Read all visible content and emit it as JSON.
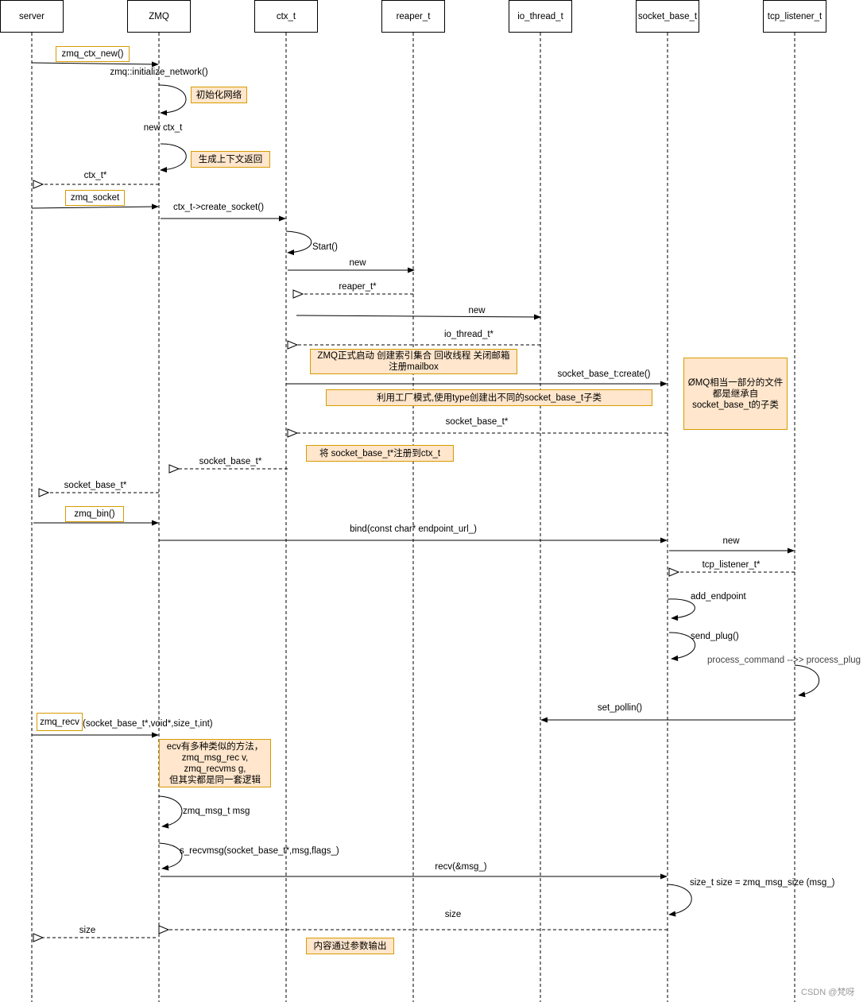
{
  "participants": [
    "server",
    "ZMQ",
    "ctx_t",
    "reaper_t",
    "io_thread_t",
    "socket_base_t",
    "tcp_listener_t"
  ],
  "messages": [
    "zmq::initialize_network()",
    "new ctx_t",
    "ctx_t*",
    "ctx_t->create_socket()",
    "Start()",
    "new",
    "reaper_t*",
    "new",
    "io_thread_t*",
    "socket_base_t:create()",
    "socket_base_t*",
    "socket_base_t*",
    "socket_base_t*",
    "bind(const char* endpoint_url_)",
    "new",
    "tcp_listener_t*",
    "add_endpoint",
    "send_plug()",
    "process_command -->> process_plug",
    "set_pollin()",
    "zmq_msg_t msg",
    "s_recvmsg(socket_base_t*,msg,flags_)",
    "recv(&msg_)",
    "size_t size = zmq_msg_size (msg_)",
    "size",
    "size"
  ],
  "calls": {
    "ctx_new": "zmq_ctx_new()",
    "socket": "zmq_socket",
    "bind": "zmq_bin()",
    "recv": "zmq_recv",
    "recv_args": "(socket_base_t*,void*,size_t,int)"
  },
  "notes": {
    "init_network": "初始化网络",
    "return_ctx": "生成上下文返回",
    "zmq_start_1": "ZMQ正式启动 创建索引集合 回收线程 关闭邮箱",
    "zmq_start_2": "注册mailbox",
    "factory": "利用工厂模式,使用type创建出不同的socket_base_t子类",
    "inherit_1": "ØMQ相当一部分的文件",
    "inherit_2": "都是继承自",
    "inherit_3": "socket_base_t的子类",
    "register": "将 socket_base_t*注册到ctx_t",
    "recv_variants_1": "ecv有多种类似的方法，",
    "recv_variants_2": "zmq_msg_rec v,",
    "recv_variants_3": "zmq_recvms g,",
    "recv_variants_4": "但其实都是同一套逻辑",
    "output": "内容通过参数输出"
  },
  "watermark": "CSDN @梵呀",
  "colors": {
    "note_fill": "#ffe6cc",
    "note_border": "#d79b00",
    "line": "#000000"
  }
}
